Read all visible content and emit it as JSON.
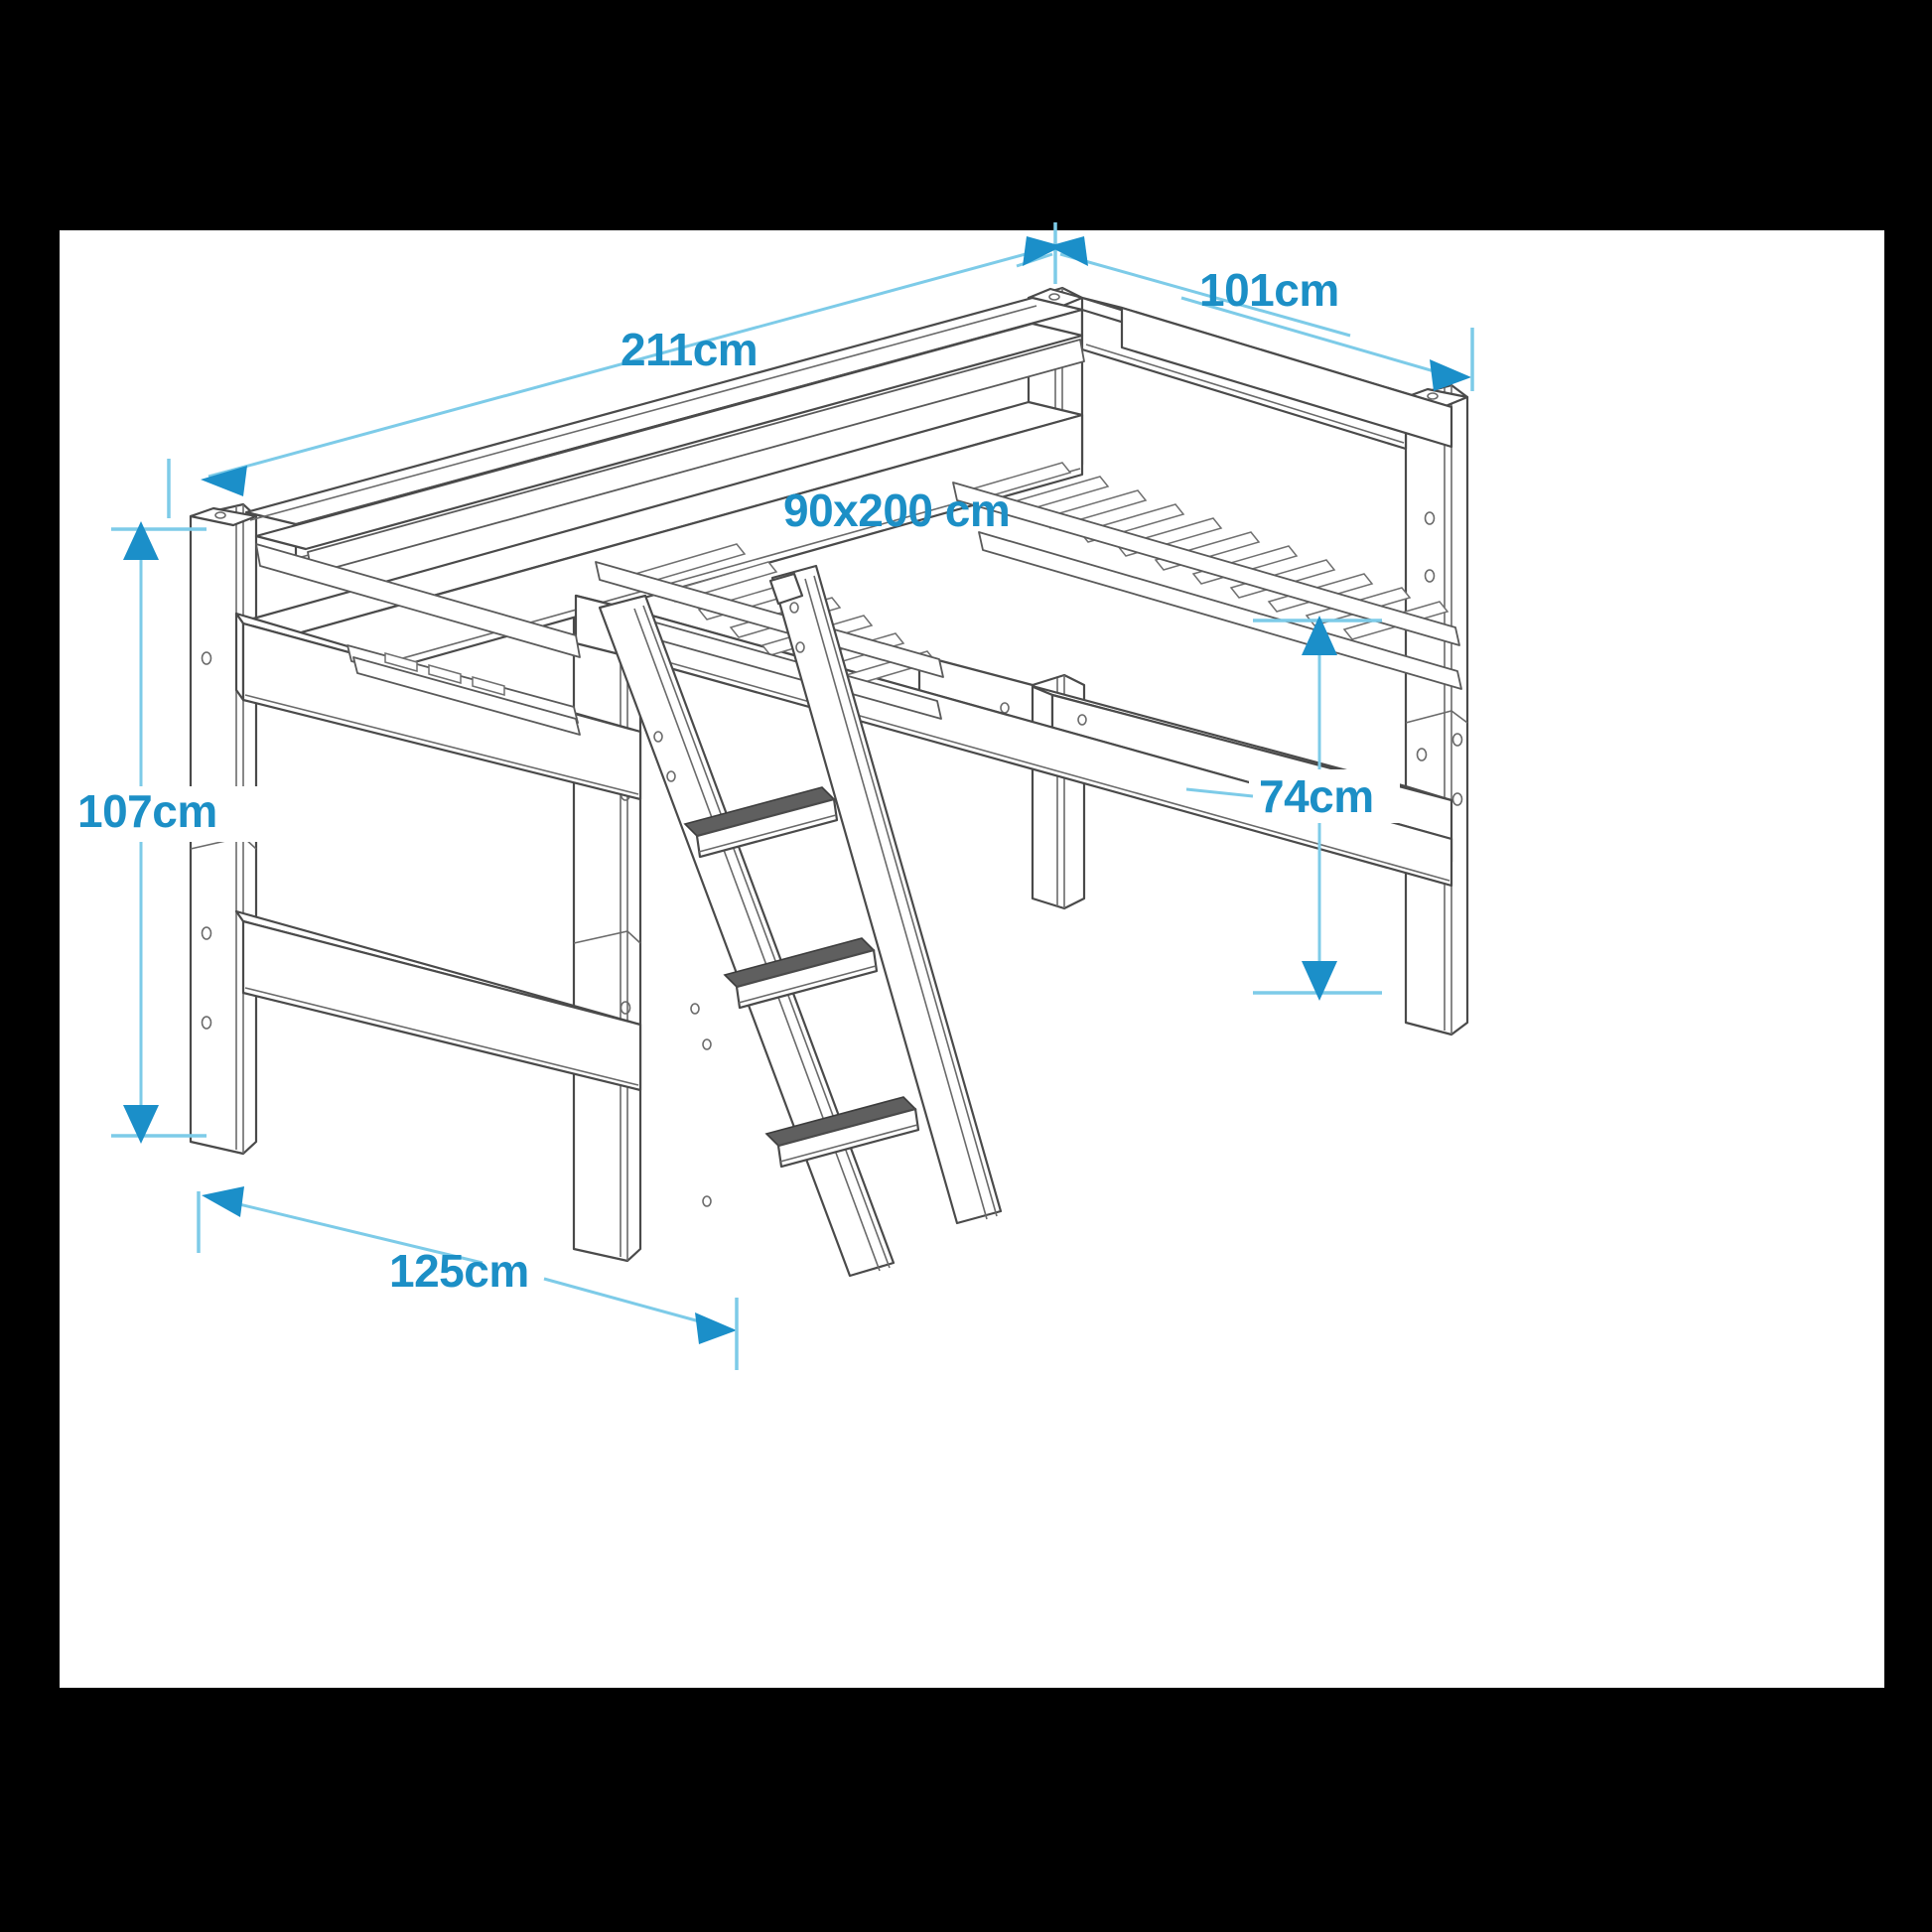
{
  "drawing": {
    "title": "Mid-sleeper loft bed dimension drawing",
    "product": "loft bed with slanted ladder",
    "background_color": "#000000",
    "sheet_color": "#ffffff",
    "dimension_color": "#1b8fc9",
    "dimension_line_color": "#7dcbe8",
    "line_color": "#4a4a4a"
  },
  "dimensions": {
    "length": {
      "label": "211cm",
      "value": 211,
      "unit": "cm",
      "axis": "length",
      "name": "bed-length"
    },
    "width": {
      "label": "101cm",
      "value": 101,
      "unit": "cm",
      "axis": "width",
      "name": "bed-width"
    },
    "height": {
      "label": "107cm",
      "value": 107,
      "unit": "cm",
      "axis": "height",
      "name": "total-height"
    },
    "clearance": {
      "label": "74cm",
      "value": 74,
      "unit": "cm",
      "axis": "height",
      "name": "under-bed-clearance"
    },
    "ladder_footprint": {
      "label": "125cm",
      "value": 125,
      "unit": "cm",
      "axis": "depth",
      "name": "ladder-projection"
    }
  },
  "mattress": {
    "label": "90x200 cm",
    "width": 90,
    "length": 200,
    "unit": "cm",
    "name": "mattress-size"
  },
  "ladder": {
    "step_count": 3,
    "name": "slanted-ladder"
  },
  "frame": {
    "post_count": 4,
    "slat_count": 17
  }
}
